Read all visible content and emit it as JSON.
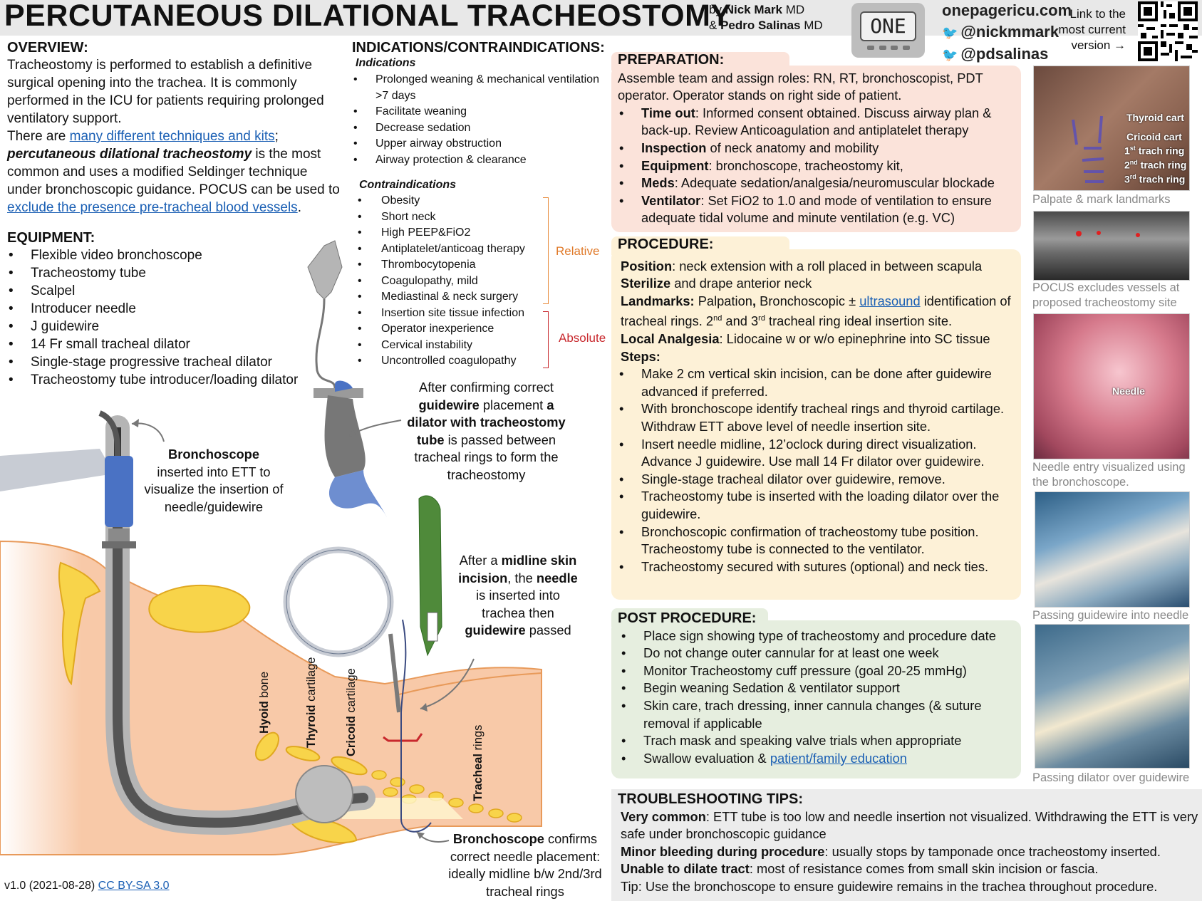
{
  "header": {
    "title": "PERCUTANEOUS DILATIONAL TRACHEOSTOMY",
    "by_prefix": "by ",
    "author1": "Nick Mark",
    "author1_suffix": " MD",
    "amp": "& ",
    "author2": "Pedro Salinas",
    "author2_suffix": " MD",
    "logo_text": "ONE",
    "site": "onepagericu.com",
    "handle1": "@nickmmark",
    "handle2": "@pdsalinas",
    "link_text": "Link to the most current version →"
  },
  "overview": {
    "heading": "OVERVIEW:",
    "p1": "Tracheostomy is performed to establish a definitive surgical opening into the trachea. It is commonly performed in the ICU for patients requiring prolonged ventilatory support.",
    "p2_pre": "There are ",
    "p2_link": "many different techniques and kits",
    "p2_post": ";",
    "p3_bold": "percutaneous dilational tracheostomy",
    "p3_rest": " is the most common and uses a modified Seldinger technique under bronchoscopic guidance. POCUS can be used to ",
    "p3_link": "exclude the presence pre-tracheal blood vessels",
    "p3_end": "."
  },
  "equipment": {
    "heading": "EQUIPMENT:",
    "items": [
      "Flexible video bronchoscope",
      "Tracheostomy tube",
      "Scalpel",
      "Introducer needle",
      "J guidewire",
      "14 Fr small tracheal dilator",
      "Single-stage progressive tracheal dilator",
      "Tracheostomy tube introducer/loading dilator"
    ]
  },
  "indications": {
    "heading": "INDICATIONS/CONTRAINDICATIONS:",
    "ind_sub": "Indications",
    "ind_items": [
      "Prolonged weaning & mechanical ventilation >7 days",
      "Facilitate weaning",
      "Decrease sedation",
      "Upper airway obstruction",
      "Airway protection & clearance"
    ],
    "contra_sub": "Contraindications",
    "contra_items": [
      "Obesity",
      "Short neck",
      "High PEEP&FiO2",
      "Antiplatelet/anticoag therapy",
      "Thrombocytopenia",
      "Coagulopathy, mild",
      "Mediastinal & neck surgery",
      "Insertion site tissue infection",
      "Operator inexperience",
      "Cervical instability",
      "Uncontrolled coagulopathy"
    ],
    "relative_label": "Relative",
    "absolute_label": "Absolute",
    "relative_color": "#e07a2a",
    "absolute_color": "#c8282d"
  },
  "preparation": {
    "heading": "PREPARATION:",
    "intro": "Assemble team and assign roles: RN, RT, bronchoscopist, PDT operator. Operator stands on right side of patient.",
    "items": [
      {
        "bold": "Time out",
        "text": ": Informed consent obtained. Discuss airway plan & back-up. Review Anticoagulation and antiplatelet therapy"
      },
      {
        "bold": "Inspection",
        "text": " of neck anatomy and mobility"
      },
      {
        "bold": "Equipment",
        "text": ": bronchoscope, tracheostomy kit,"
      },
      {
        "bold": "Meds",
        "text": ": Adequate sedation/analgesia/neuromuscular blockade"
      },
      {
        "bold": "Ventilator",
        "text": ": Set FiO2 to 1.0 and mode of ventilation to ensure adequate tidal volume and minute ventilation (e.g. VC)"
      }
    ],
    "color": "#fbe3da"
  },
  "procedure": {
    "heading": "PROCEDURE:",
    "position_b": "Position",
    "position_t": ": neck extension with a roll placed in between scapula",
    "sterilize_b": "Sterilize",
    "sterilize_t": " and drape anterior neck",
    "landmarks_b": "Landmarks:",
    "landmarks_t1": " Palpation",
    "landmarks_comma": ",",
    "landmarks_t2": " Bronchoscopic ± ",
    "landmarks_link": "ultrasound",
    "landmarks_t3": " identification of tracheal rings. 2",
    "sup_nd": "nd",
    "landmarks_t4": " and 3",
    "sup_rd": "rd",
    "landmarks_t5": " tracheal ring ideal insertion site.",
    "analgesia_b": "Local Analgesia",
    "analgesia_t": ": Lidocaine w or w/o epinephrine into SC tissue",
    "steps_b": "Steps:",
    "steps": [
      "Make 2 cm vertical skin incision, can be done after guidewire advanced if preferred.",
      "With bronchoscope identify tracheal rings and thyroid cartilage. Withdraw ETT above level of  needle insertion site.",
      "Insert needle midline,  12’oclock during direct visualization. Advance J guidewire. Use mall 14 Fr dilator over guidewire.",
      "Single-stage tracheal dilator over guidewire, remove.",
      "Tracheostomy tube is inserted with the loading dilator over the guidewire.",
      "Bronchoscopic confirmation of tracheostomy tube position. Tracheostomy tube is connected to the ventilator.",
      "Tracheostomy secured with sutures (optional) and neck ties."
    ],
    "color": "#fdf1d7"
  },
  "post": {
    "heading": "POST PROCEDURE:",
    "items": [
      "Place sign showing type of tracheostomy and procedure date",
      "Do not change outer cannular for at least one week",
      "Monitor Tracheostomy cuff pressure (goal 20-25 mmHg)",
      "Begin weaning Sedation & ventilator support",
      "Skin care, trach dressing, inner cannula changes (& suture removal if applicable",
      "Trach mask and speaking valve trials when appropriate"
    ],
    "last_pre": "Swallow evaluation & ",
    "last_link": "patient/family education",
    "color": "#e6eedf"
  },
  "trouble": {
    "heading": "TROUBLESHOOTING TIPS:",
    "items": [
      {
        "bold": "Very common",
        "text": ": ETT tube is too low and needle insertion not visualized. Withdrawing the ETT is very safe under bronchoscopic guidance"
      },
      {
        "bold": "Minor bleeding during procedure",
        "text": ": usually stops by tamponade once tracheostomy inserted."
      },
      {
        "bold": "Unable to dilate tract",
        "text": ": most of resistance comes from small skin incision or fascia."
      },
      {
        "bold": "",
        "text": "Tip: Use the bronchoscope to ensure guidewire remains in the trachea throughout procedure."
      }
    ]
  },
  "photos": {
    "cap1": "Palpate & mark landmarks",
    "cap2": "POCUS excludes vessels at proposed tracheostomy site",
    "cap3": "Needle entry visualized using the bronchoscope.",
    "cap4": "Passing guidewire into needle",
    "cap5": "Passing dilator over guidewire",
    "lab_thyroid": "Thyroid cart",
    "lab_cricoid": "Cricoid cart",
    "lab_r1_a": "1",
    "lab_r1_sup": "st",
    "lab_r1_b": " trach ring",
    "lab_r2_a": "2",
    "lab_r2_sup": "nd",
    "lab_r2_b": " trach ring",
    "lab_r3_a": "3",
    "lab_r3_sup": "rd",
    "lab_r3_b": " trach ring",
    "lab_needle": "Needle"
  },
  "diagram": {
    "broncho_b": "Bronchoscope",
    "broncho_t": "inserted into ETT to visualize the insertion of needle/guidewire",
    "dilator_t1": "After confirming correct ",
    "dilator_b1": "guidewire",
    "dilator_t2": " placement ",
    "dilator_b2": "a dilator with tracheostomy tube",
    "dilator_t3": " is passed between tracheal rings to form the tracheostomy",
    "midline_t1": "After a ",
    "midline_b1": "midline skin incision",
    "midline_t2": ", the ",
    "midline_b2": "needle",
    "midline_t3": " is inserted into trachea then ",
    "midline_b3": "guidewire",
    "midline_t4": " passed",
    "confirm_b": "Bronchoscope",
    "confirm_t": " confirms correct needle placement: ideally midline b/w 2nd/3rd tracheal rings",
    "hyoid_b": "Hyoid",
    "hyoid_t": " bone",
    "thyroid_b": "Thyroid",
    "thyroid_t": " cartilage",
    "cricoid_b": "Cricoid",
    "cricoid_t": " cartilage",
    "tracheal_b": "Tracheal",
    "tracheal_t": " rings"
  },
  "footer": {
    "version": "v1.0 (2021-08-28) ",
    "license": "CC BY-SA 3.0"
  }
}
